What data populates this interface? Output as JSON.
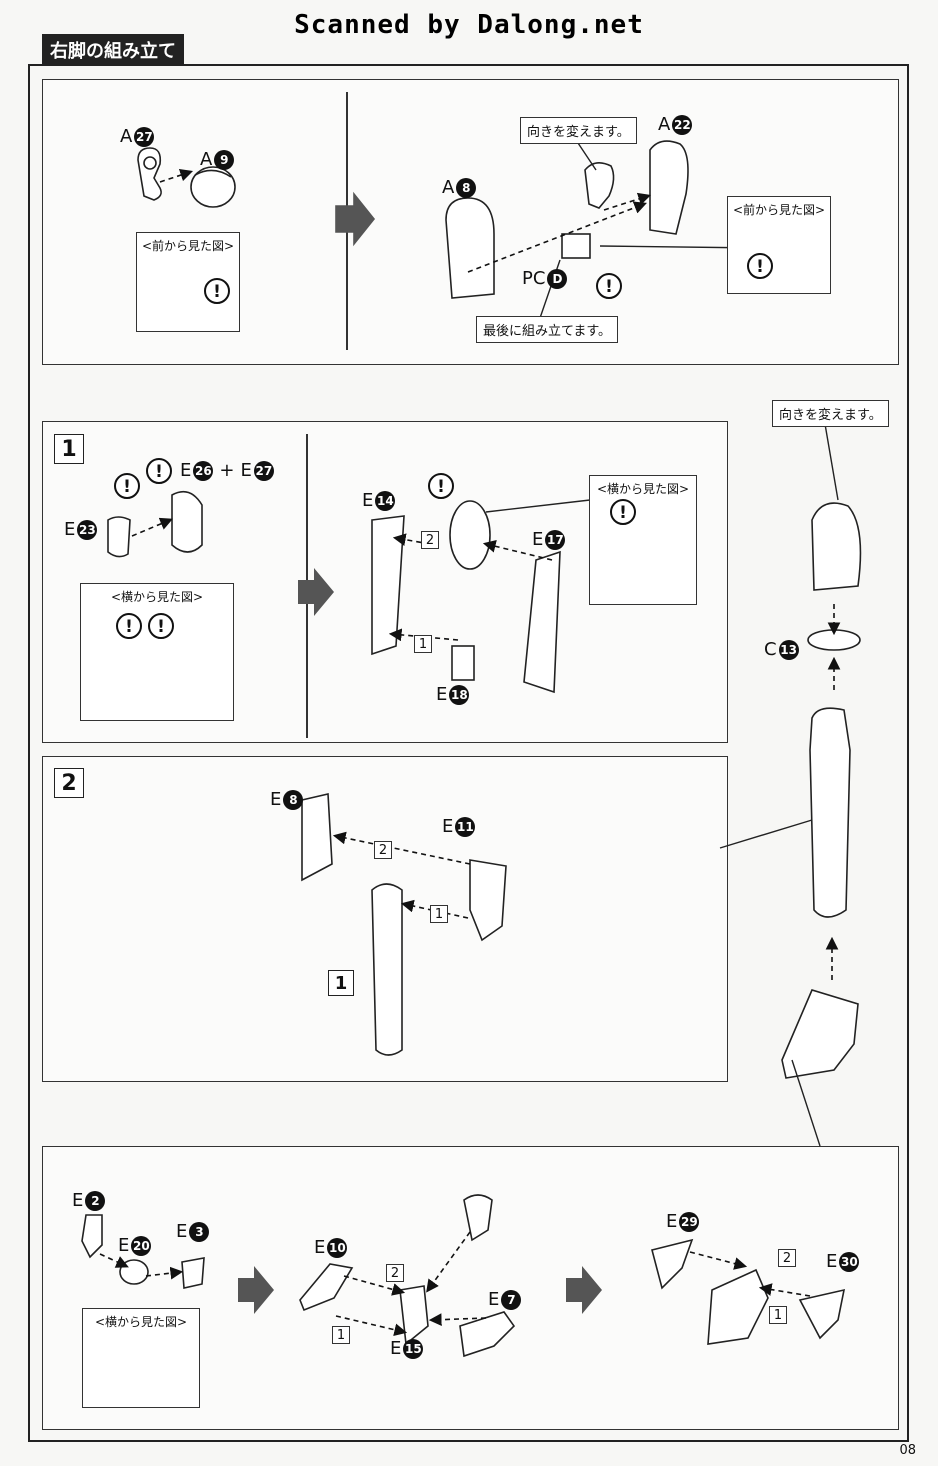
{
  "header": {
    "scanner": "Scanned by Dalong.net",
    "title": "右脚の組み立て"
  },
  "callouts": {
    "turn1": "向きを変えます。",
    "last": "最後に組み立てます。",
    "turn2": "向きを変えます。"
  },
  "views": {
    "front": "<前から見た図>",
    "side": "<横から見た図>"
  },
  "steps": {
    "s1": "1",
    "s2": "2"
  },
  "labels": {
    "a27_l": "A",
    "a27_n": "27",
    "a9_l": "A",
    "a9_n": "9",
    "a8_l": "A",
    "a8_n": "8",
    "a22_l": "A",
    "a22_n": "22",
    "pc_l": "PC",
    "pc_n": "D",
    "e26_l": "E",
    "e26_n": "26",
    "plus": "+",
    "e27_l": "E",
    "e27_n": "27",
    "e23_l": "E",
    "e23_n": "23",
    "e14_l": "E",
    "e14_n": "14",
    "e17_l": "E",
    "e17_n": "17",
    "e18_l": "E",
    "e18_n": "18",
    "c13_l": "C",
    "c13_n": "13",
    "e8_l": "E",
    "e8_n": "8",
    "e11_l": "E",
    "e11_n": "11",
    "e2_l": "E",
    "e2_n": "2",
    "e20_l": "E",
    "e20_n": "20",
    "e3_l": "E",
    "e3_n": "3",
    "e10_l": "E",
    "e10_n": "10",
    "e7_l": "E",
    "e7_n": "7",
    "e15_l": "E",
    "e15_n": "15",
    "e29_l": "E",
    "e29_n": "29",
    "e30_l": "E",
    "e30_n": "30"
  },
  "order": {
    "one": "1",
    "two": "2"
  },
  "warn": "!",
  "page_number": "08"
}
